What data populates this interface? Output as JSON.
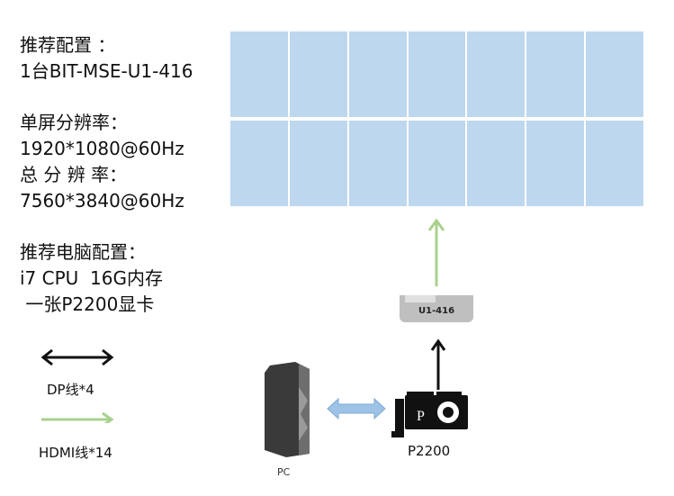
{
  "specs": {
    "recommend_label": "推荐配置 ：",
    "recommend_value": "1台BIT-MSE-U1-416",
    "single_res_label": "单屏分辨率：",
    "single_res_value": "1920*1080@60Hz",
    "total_res_label": "总 分 辨 率：",
    "total_res_value": "7560*3840@60Hz",
    "pc_label": "推荐电脑配置：",
    "pc_line1": "i7 CPU  16G内存",
    "pc_line2": " 一张P2200显卡"
  },
  "legend": {
    "dp": "DP线*4",
    "hdmi": "HDMI线*14",
    "dp_color": "#111111",
    "hdmi_color": "#a9d18e"
  },
  "video_wall": {
    "rows": 2,
    "cols": 7,
    "panel_color": "#bdd7ee"
  },
  "devices": {
    "controller": "U1-416",
    "gpu": "P2200",
    "gpu_glyph": "P",
    "pc": "PC"
  }
}
